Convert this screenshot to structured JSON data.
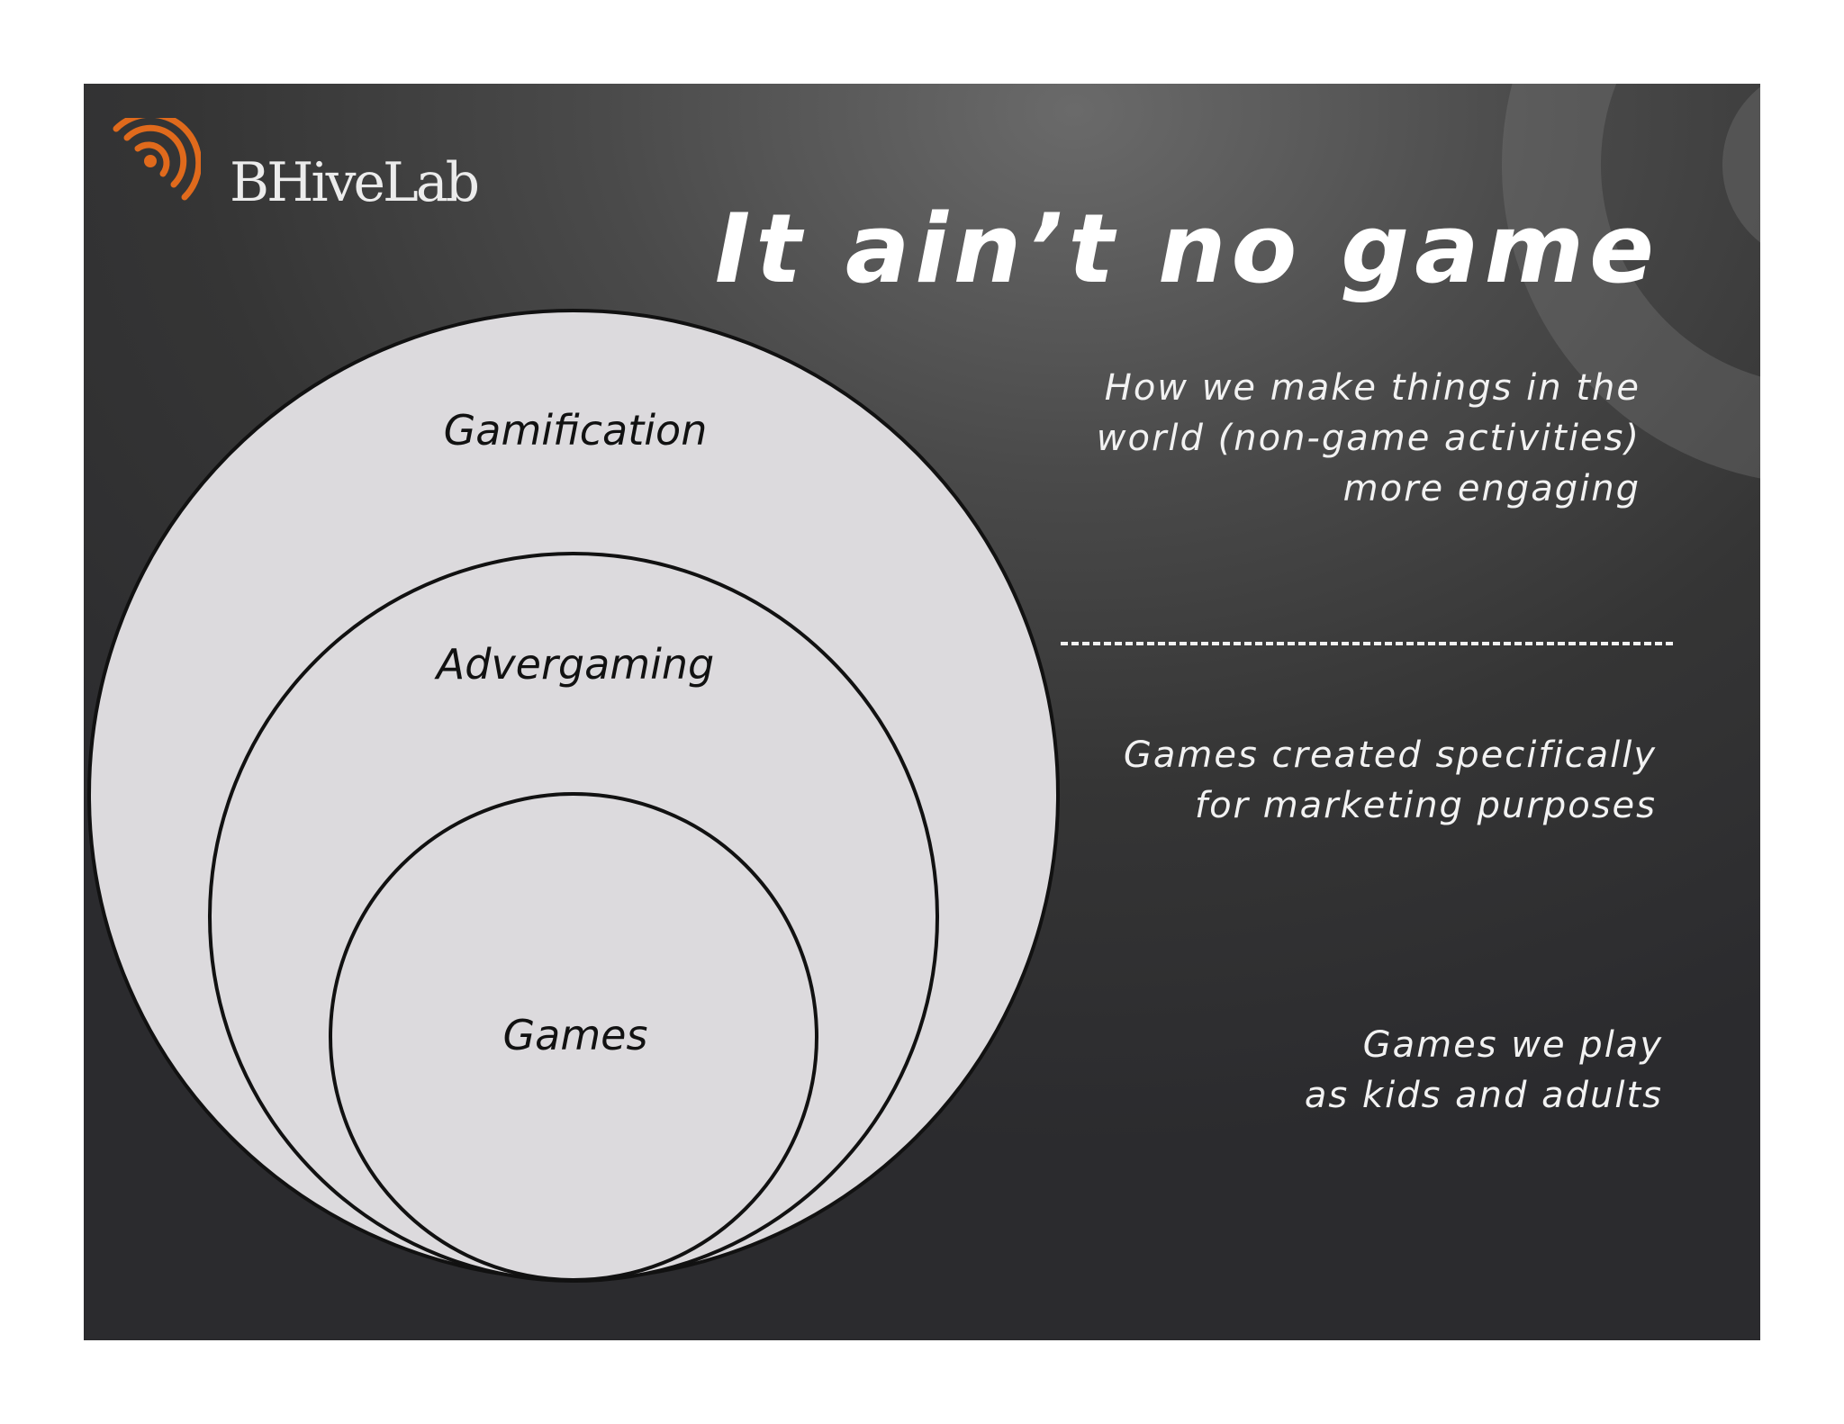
{
  "logo": {
    "text": "BHiveLab",
    "icon": "broadcast-waves-icon",
    "accent_color": "#e06a1c"
  },
  "title": "It ain’t no game",
  "circles": [
    {
      "label": "Gamification"
    },
    {
      "label": "Advergaming"
    },
    {
      "label": "Games"
    }
  ],
  "descriptions": [
    {
      "lines": [
        "How we make things in the",
        "world (non-game activities)",
        "more engaging"
      ]
    },
    {
      "lines": [
        "Games created specifically",
        "for marketing purposes"
      ]
    },
    {
      "lines": [
        "Games we play",
        "as kids and adults"
      ]
    }
  ],
  "colors": {
    "circle_fill": "#dcdadd",
    "circle_stroke": "#111111",
    "text": "#ffffff"
  }
}
